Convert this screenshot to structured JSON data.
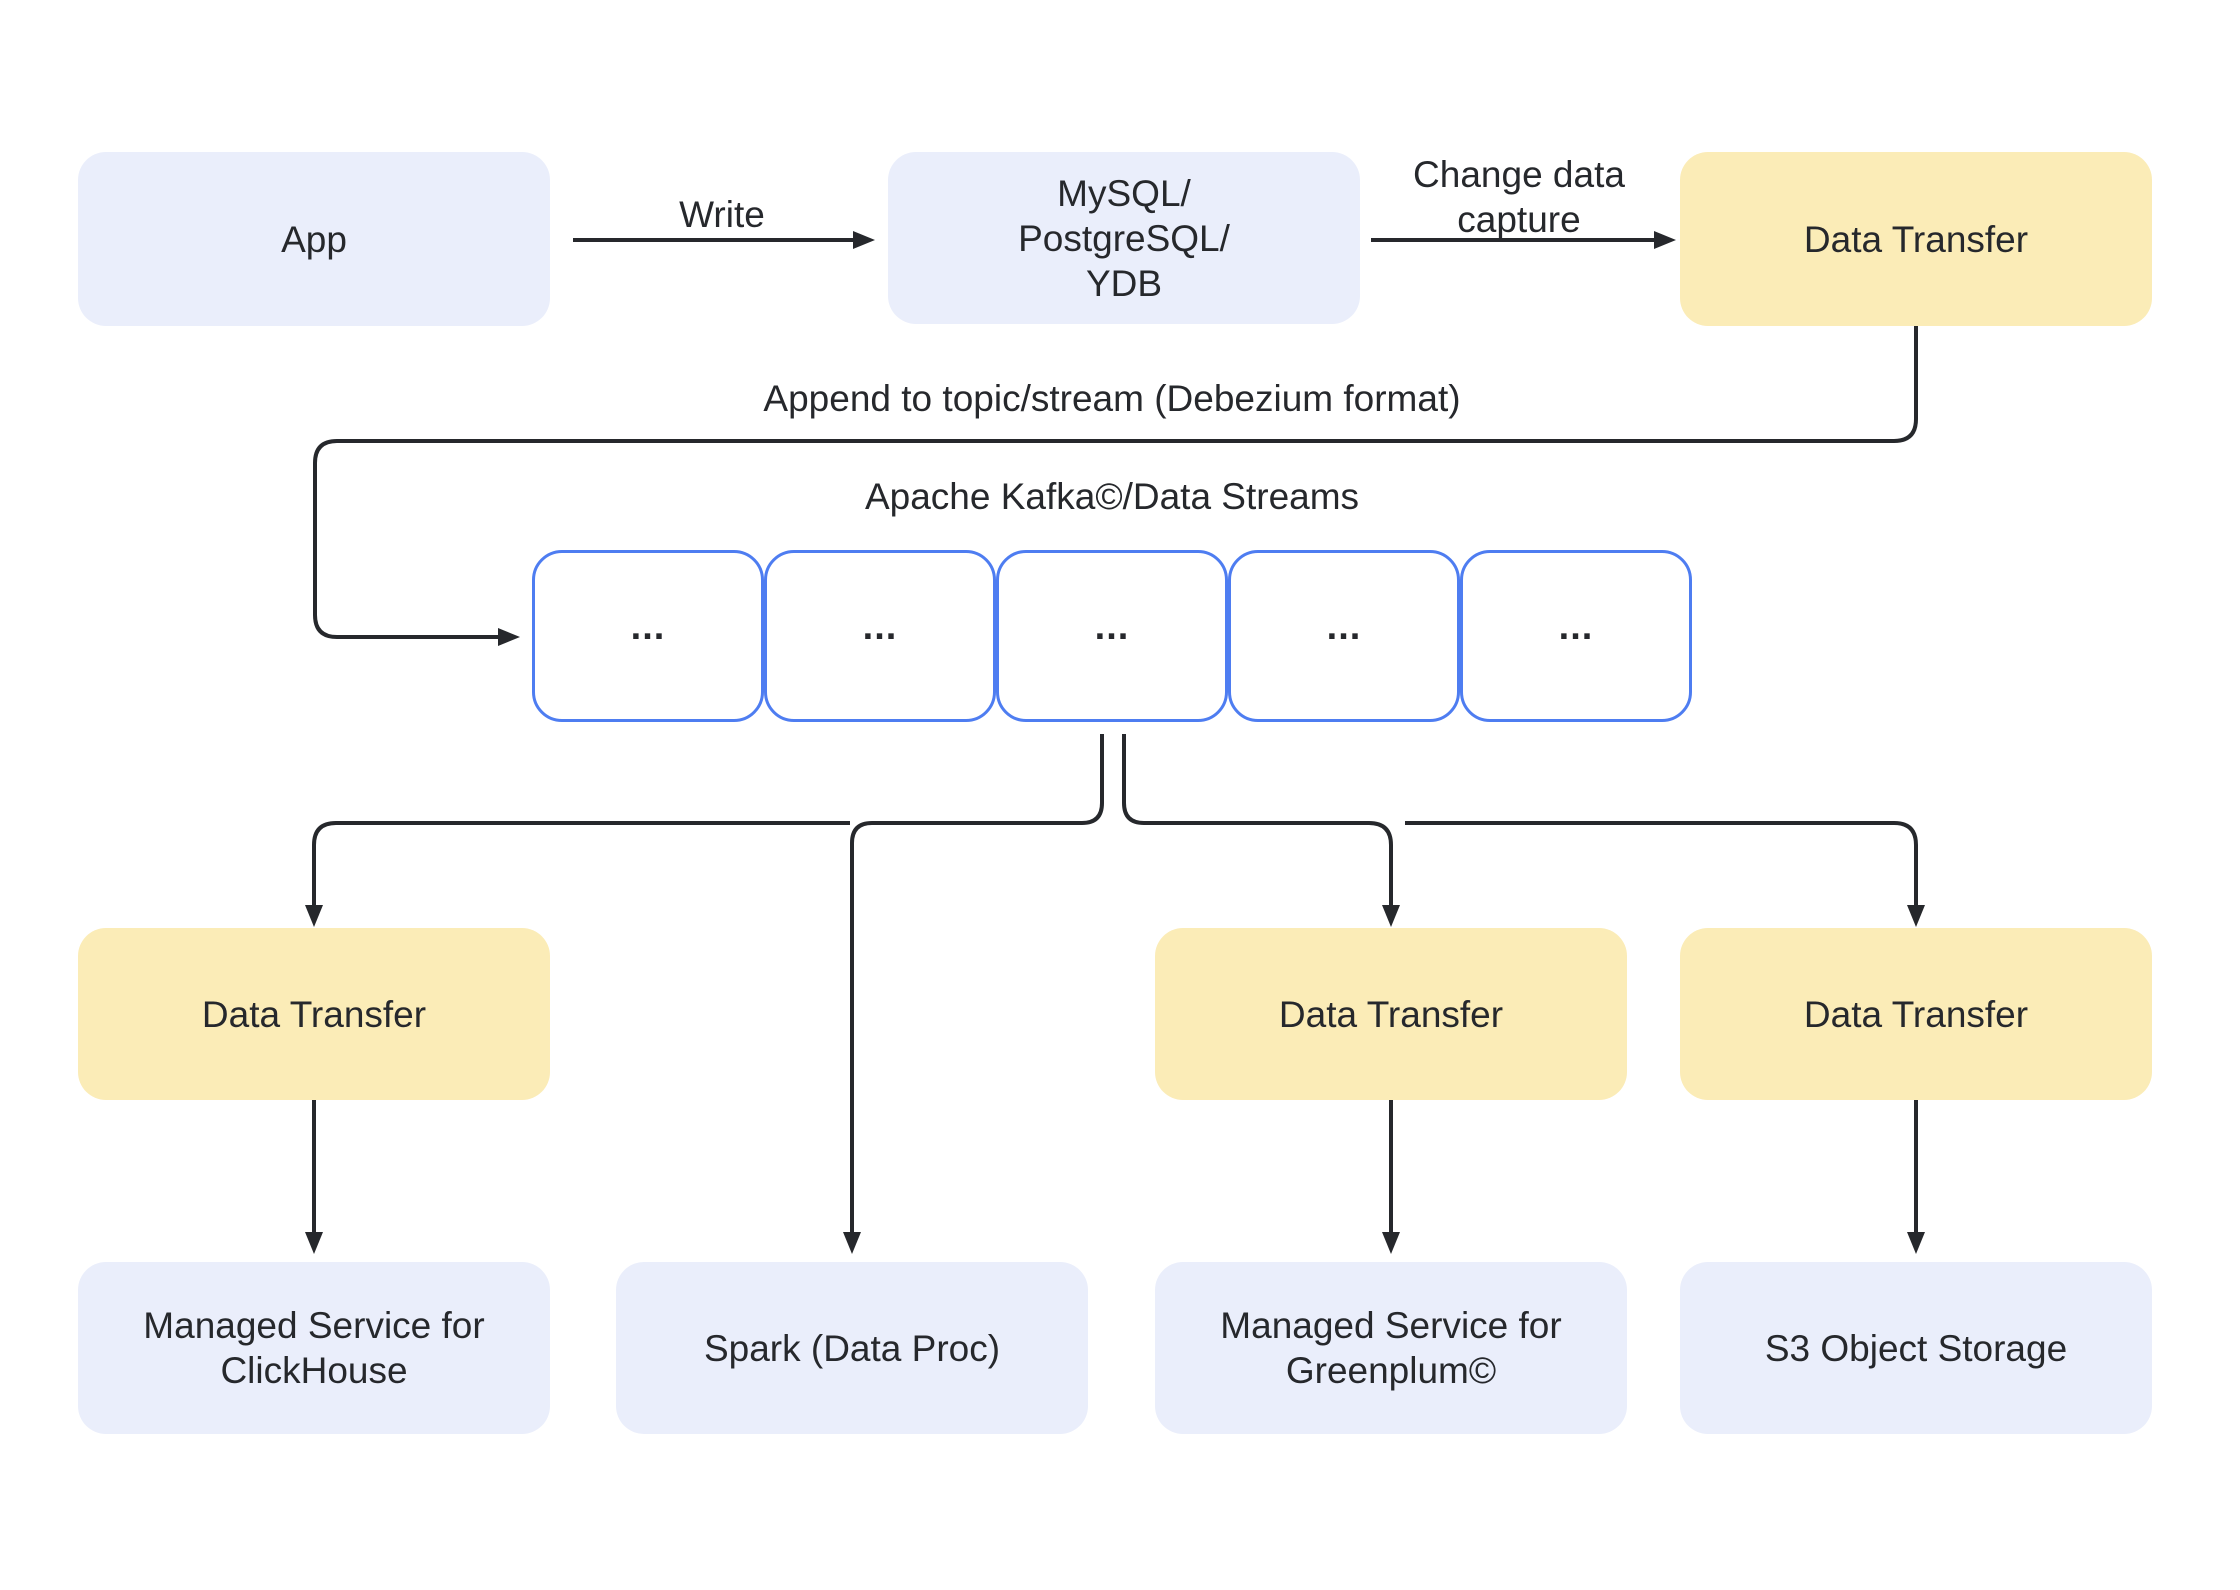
{
  "colors": {
    "background": "#FFFFFF",
    "node_blue": "#EAEEFB",
    "node_yellow": "#FBECB7",
    "partition_border": "#4E7DF1",
    "line": "#26282C",
    "text": "#26282C"
  },
  "nodes": {
    "app": {
      "label": "App"
    },
    "source_db": {
      "label": "MySQL/\nPostgreSQL/\nYDB"
    },
    "data_transfer_top": {
      "label": "Data Transfer"
    },
    "data_transfer_clickhouse": {
      "label": "Data Transfer"
    },
    "data_transfer_greenplum": {
      "label": "Data Transfer"
    },
    "data_transfer_s3": {
      "label": "Data Transfer"
    },
    "clickhouse": {
      "label": "Managed Service for\nClickHouse"
    },
    "spark": {
      "label": "Spark (Data Proc)"
    },
    "greenplum": {
      "label": "Managed Service for\nGreenplum©"
    },
    "s3": {
      "label": "S3 Object Storage"
    }
  },
  "kafka": {
    "title": "Apache Kafka©/Data Streams",
    "partitions": [
      "...",
      "...",
      "...",
      "...",
      "..."
    ]
  },
  "edge_labels": {
    "write": "Write",
    "change_data_capture": "Change data\ncapture",
    "append": "Append to topic/stream (Debezium format)"
  }
}
